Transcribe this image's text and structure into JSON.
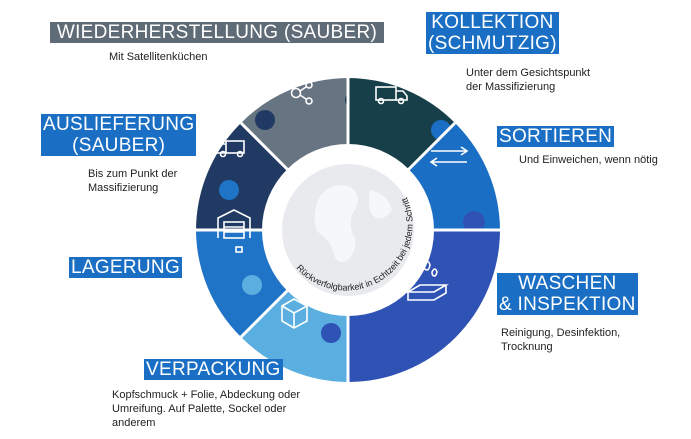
{
  "diagram": {
    "center_text": "Rückverfolgbarkeit in Echtzeit bei jedem Schritt",
    "colors": {
      "title_bg": "#1a6fc4",
      "title_bg_gray": "#5f6b77",
      "wash": "#2f53b5",
      "pack": "#5aaee0",
      "store": "#1f74c8",
      "deliver": "#203a63",
      "recover": "#677482",
      "collect": "#173f4a",
      "sort": "#1a6fc4"
    },
    "steps": [
      {
        "id": "wiederherstellung",
        "title_lines": [
          "WIEDERHERSTELLUNG (SAUBER)"
        ],
        "description": "Mit Satellitenküchen",
        "icon": "share-icon"
      },
      {
        "id": "kollektion",
        "title_lines": [
          "KOLLEKTION",
          "(SCHMUTZIG)"
        ],
        "description": "Unter dem Gesichtspunkt der Massifizierung",
        "icon": "truck-icon"
      },
      {
        "id": "sortieren",
        "title_lines": [
          "SORTIEREN"
        ],
        "description": "Und Einweichen, wenn nötig",
        "icon": "swap-arrows-icon"
      },
      {
        "id": "waschen",
        "title_lines": [
          "WASCHEN",
          "& INSPEKTION"
        ],
        "description": "Reinigung, Desinfektion, Trocknung",
        "icon": "washing-tray-icon"
      },
      {
        "id": "verpackung",
        "title_lines": [
          "VERPACKUNG"
        ],
        "description": "Kopfschmuck + Folie, Abdeckung oder Umreifung. Auf Palette, Sockel oder anderem",
        "icon": "box-icon"
      },
      {
        "id": "lagerung",
        "title_lines": [
          "LAGERUNG"
        ],
        "description": "",
        "icon": "warehouse-icon"
      },
      {
        "id": "auslieferung",
        "title_lines": [
          "AUSLIEFERUNG",
          "(SAUBER)"
        ],
        "description": "Bis zum Punkt der Massifizierung",
        "icon": "truck-icon"
      }
    ]
  }
}
